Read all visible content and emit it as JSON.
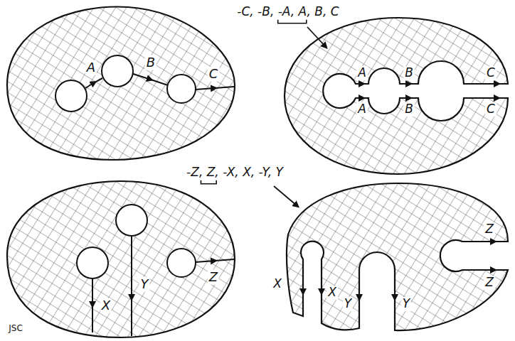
{
  "diagram": {
    "labels": [
      "-C, -B, -A, A, B, C",
      "A",
      "B",
      "C",
      "A",
      "B",
      "C",
      "A",
      "B",
      "C",
      "-Z, Z, -X, X, -Y, Y",
      "X",
      "Y",
      "Z",
      "X",
      "X",
      "Y",
      "Y",
      "Z",
      "Z",
      "JSC"
    ]
  }
}
